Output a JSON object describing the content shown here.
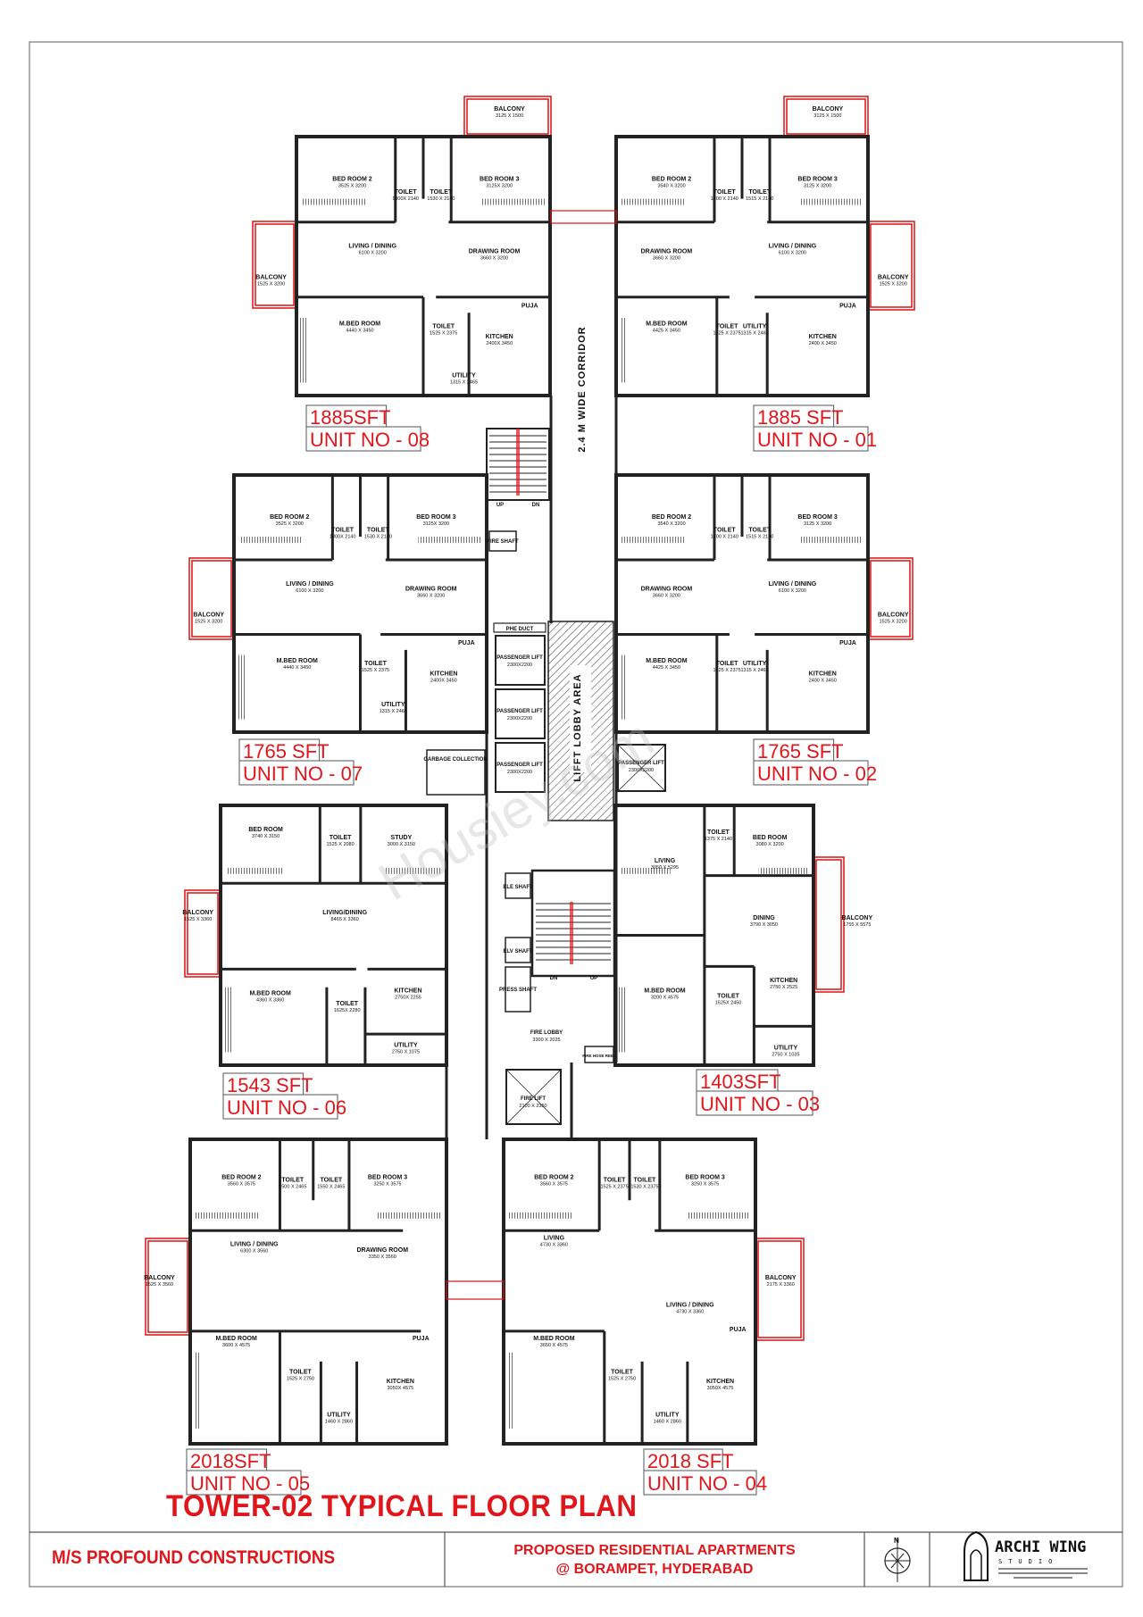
{
  "title": "TOWER-02  TYPICAL FLOOR PLAN",
  "title_block": {
    "client": "M/S PROFOUND CONSTRUCTIONS",
    "project_line1": "PROPOSED RESIDENTIAL APARTMENTS",
    "project_line2": "@ BORAMPET, HYDERABAD",
    "north_label": "N",
    "logo_name": "ARCHI WING",
    "logo_sub": "STUDIO"
  },
  "watermark": "Housiey.com",
  "colors": {
    "accent": "#e0161b",
    "wall": "#222222",
    "hatch": "#555555"
  },
  "core": {
    "corridor": "2.4 M WIDE CORRIDOR",
    "lobby": "LIFFT LOBBY AREA",
    "passenger_lift": "PASSENGER LIFT",
    "passenger_lift_dims": "2300X2200",
    "fire_shaft": "FIRE SHAFT",
    "garbage": "GARBAGE COLLECTION",
    "phe_duct": "PHE DUCT",
    "ele_shaft": "ELE SHAFT",
    "elv_shaft": "ELV SHAFT",
    "press_shaft": "PRESS SHAFT",
    "fire_lobby": "FIRE LOBBY",
    "fire_lobby_dims": "3300 X 2025",
    "fire_lift": "FIRE LIFT",
    "fire_lift_dims": "2100 X 2350",
    "fire_hose": "FIRE HOSE REEL",
    "up": "UP",
    "dn": "DN"
  },
  "units": [
    {
      "unit_no": "UNIT NO - 08",
      "area": "1885SFT",
      "rooms": [
        {
          "name": "BED ROOM 2",
          "dims": "3525 X 3200"
        },
        {
          "name": "TOILET",
          "dims": "1800X 2140"
        },
        {
          "name": "TOILET",
          "dims": "1530 X 2140"
        },
        {
          "name": "BED ROOM 3",
          "dims": "3125X 3200"
        },
        {
          "name": "BALCONY",
          "dims": "3125 X 1500"
        },
        {
          "name": "LIVING / DINING",
          "dims": "6100 X 3200"
        },
        {
          "name": "DRAWING ROOM",
          "dims": "3660 X 3200"
        },
        {
          "name": "BALCONY",
          "dims": "1525 X 3200"
        },
        {
          "name": "M.BED ROOM",
          "dims": "4440 X 3450"
        },
        {
          "name": "TOILET",
          "dims": "1525 X 2375"
        },
        {
          "name": "KITCHEN",
          "dims": "2400X 3450"
        },
        {
          "name": "UTILITY",
          "dims": "1315 X 2465"
        },
        {
          "name": "PUJA",
          "dims": ""
        }
      ]
    },
    {
      "unit_no": "UNIT NO - 01",
      "area": "1885 SFT",
      "rooms": [
        {
          "name": "BED ROOM 2",
          "dims": "3540 X 3200"
        },
        {
          "name": "TOILET",
          "dims": "1800 X 2140"
        },
        {
          "name": "TOILET",
          "dims": "1515 X 2140"
        },
        {
          "name": "BED ROOM 3",
          "dims": "3125 X 3200"
        },
        {
          "name": "BALCONY",
          "dims": "3125 X 1500"
        },
        {
          "name": "DRAWING ROOM",
          "dims": "3660 X 3200"
        },
        {
          "name": "LIVING / DINING",
          "dims": "6100 X 3200"
        },
        {
          "name": "BALCONY",
          "dims": "1525 X 3200"
        },
        {
          "name": "M.BED ROOM",
          "dims": "4425 X 3450"
        },
        {
          "name": "TOILET",
          "dims": "1525 X 2375"
        },
        {
          "name": "KITCHEN",
          "dims": "2400 X 3450"
        },
        {
          "name": "UTILITY",
          "dims": "1315 X 2465"
        },
        {
          "name": "PUJA",
          "dims": ""
        }
      ]
    },
    {
      "unit_no": "UNIT NO - 07",
      "area": "1765 SFT",
      "rooms": [
        {
          "name": "BED ROOM 2",
          "dims": "3525 X 3200"
        },
        {
          "name": "TOILET",
          "dims": "1800X 2140"
        },
        {
          "name": "TOILET",
          "dims": "1530 X 2140"
        },
        {
          "name": "BED ROOM 3",
          "dims": "3125X 3200"
        },
        {
          "name": "LIVING / DINING",
          "dims": "6100 X 3200"
        },
        {
          "name": "DRAWING ROOM",
          "dims": "3660 X 3200"
        },
        {
          "name": "BALCONY",
          "dims": "1525 X 3200"
        },
        {
          "name": "M.BED ROOM",
          "dims": "4440 X 3450"
        },
        {
          "name": "TOILET",
          "dims": "1525 X 2375"
        },
        {
          "name": "KITCHEN",
          "dims": "2400X 3450"
        },
        {
          "name": "UTILITY",
          "dims": "1315 X 2465"
        },
        {
          "name": "PUJA",
          "dims": ""
        }
      ]
    },
    {
      "unit_no": "UNIT NO - 02",
      "area": "1765 SFT",
      "rooms": [
        {
          "name": "BED ROOM 2",
          "dims": "3540 X 3200"
        },
        {
          "name": "TOILET",
          "dims": "1800 X 2140"
        },
        {
          "name": "TOILET",
          "dims": "1515 X 2140"
        },
        {
          "name": "BED ROOM 3",
          "dims": "3125 X 3200"
        },
        {
          "name": "DRAWING ROOM",
          "dims": "3660 X 3200"
        },
        {
          "name": "LIVING / DINING",
          "dims": "6100 X 3200"
        },
        {
          "name": "BALCONY",
          "dims": "1525 X 3200"
        },
        {
          "name": "M.BED ROOM",
          "dims": "4425 X 3450"
        },
        {
          "name": "TOILET",
          "dims": "1525 X 2375"
        },
        {
          "name": "KITCHEN",
          "dims": "2400 X 3450"
        },
        {
          "name": "UTILITY",
          "dims": "1315 X 2465"
        },
        {
          "name": "PUJA",
          "dims": ""
        }
      ]
    },
    {
      "unit_no": "UNIT NO - 06",
      "area": "1543 SFT",
      "rooms": [
        {
          "name": "BED ROOM",
          "dims": "3740 X 3150"
        },
        {
          "name": "TOILET",
          "dims": "1525 X 2080"
        },
        {
          "name": "STUDY",
          "dims": "3000 X 3150"
        },
        {
          "name": "LIVING/DINING",
          "dims": "8465 X 3360"
        },
        {
          "name": "BALCONY",
          "dims": "1525 X 3360"
        },
        {
          "name": "M.BED ROOM",
          "dims": "4360 X 3360"
        },
        {
          "name": "TOILET",
          "dims": "1625X 2280"
        },
        {
          "name": "KITCHEN",
          "dims": "2750X 2255"
        },
        {
          "name": "UTILITY",
          "dims": "2750 X 1075"
        }
      ]
    },
    {
      "unit_no": "UNIT NO - 03",
      "area": "1403SFT",
      "rooms": [
        {
          "name": "LIVING",
          "dims": "3050 X 5295"
        },
        {
          "name": "TOILET",
          "dims": "1375 X 2140"
        },
        {
          "name": "BED ROOM",
          "dims": "3080 X 3200"
        },
        {
          "name": "DINING",
          "dims": "3790 X 3050"
        },
        {
          "name": "BALCONY",
          "dims": "1755 X 5575"
        },
        {
          "name": "M.BED ROOM",
          "dims": "3200 X 4575"
        },
        {
          "name": "TOILET",
          "dims": "1525X 2450"
        },
        {
          "name": "KITCHEN",
          "dims": "2750 X 2525"
        },
        {
          "name": "UTILITY",
          "dims": "2750 X 1035"
        }
      ]
    },
    {
      "unit_no": "UNIT NO - 05",
      "area": "2018SFT",
      "rooms": [
        {
          "name": "BED ROOM 2",
          "dims": "3560 X 3575"
        },
        {
          "name": "TOILET",
          "dims": "1500 X 2465"
        },
        {
          "name": "TOILET",
          "dims": "1550 X 2465"
        },
        {
          "name": "BED ROOM 3",
          "dims": "3250 X 3575"
        },
        {
          "name": "LIVING / DINING",
          "dims": "6300 X 3560"
        },
        {
          "name": "DRAWING ROOM",
          "dims": "3350 X 3560"
        },
        {
          "name": "BALCONY",
          "dims": "1525 X 3560"
        },
        {
          "name": "M.BED ROOM",
          "dims": "3600 X 4575"
        },
        {
          "name": "TOILET",
          "dims": "1525 X 2750"
        },
        {
          "name": "KITCHEN",
          "dims": "3050X 4575"
        },
        {
          "name": "UTILITY",
          "dims": "1460 X 2860"
        },
        {
          "name": "PUJA",
          "dims": ""
        }
      ]
    },
    {
      "unit_no": "UNIT NO - 04",
      "area": "2018 SFT",
      "rooms": [
        {
          "name": "BED ROOM 2",
          "dims": "3560 X 3575"
        },
        {
          "name": "TOILET",
          "dims": "1525 X 2375"
        },
        {
          "name": "TOILET",
          "dims": "1530 X 2375"
        },
        {
          "name": "BED ROOM 3",
          "dims": "3250 X 3575"
        },
        {
          "name": "LIVING",
          "dims": "4730 X 3360"
        },
        {
          "name": "LIVING / DINING",
          "dims": "4730 X 3360"
        },
        {
          "name": "BALCONY",
          "dims": "2175 X 3360"
        },
        {
          "name": "M.BED ROOM",
          "dims": "3650 X 4575"
        },
        {
          "name": "TOILET",
          "dims": "1525 X 2750"
        },
        {
          "name": "KITCHEN",
          "dims": "3050X 4575"
        },
        {
          "name": "UTILITY",
          "dims": "1460 X 2860"
        },
        {
          "name": "PUJA",
          "dims": ""
        }
      ]
    }
  ]
}
